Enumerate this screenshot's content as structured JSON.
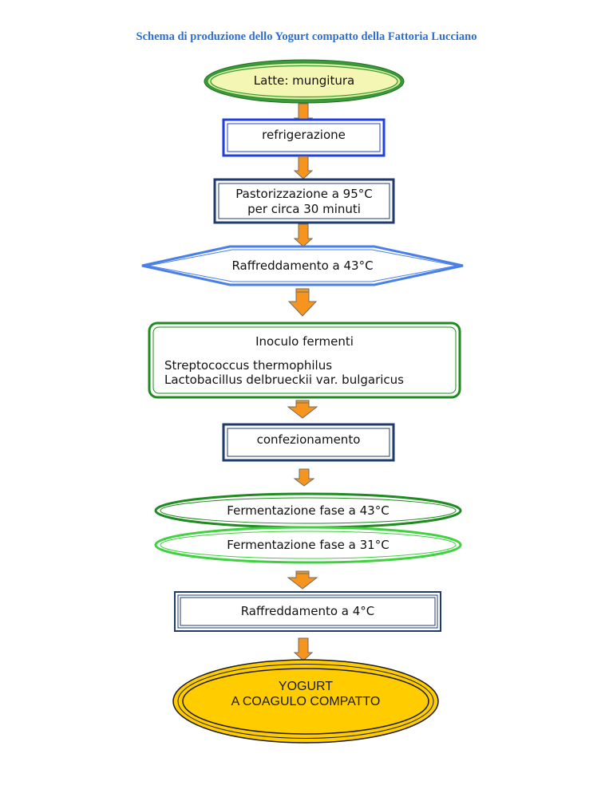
{
  "title": "Schema di produzione dello Yogurt compatto della Fattoria Lucciano",
  "steps": {
    "milking": "Latte: mungitura",
    "refrigeration": "refrigerazione",
    "pasteurization_line1": "Pastorizzazione a 95°C",
    "pasteurization_line2": "per circa 30 minuti",
    "cooling_43": "Raffreddamento a 43°C",
    "inoculation_title": "Inoculo fermenti",
    "inoculation_strain1": "Streptococcus thermophilus",
    "inoculation_strain2": "Lactobacillus delbrueckii var. bulgaricus",
    "packaging": "confezionamento",
    "fermentation_43": "Fermentazione fase a 43°C",
    "fermentation_31": "Fermentazione fase a 31°C",
    "cooling_4": "Raffreddamento a 4°C",
    "final_line1": "YOGURT",
    "final_line2": "A COAGULO COMPATTO"
  },
  "colors": {
    "title": "#2b6fd6",
    "arrow_fill": "#f7941d",
    "arrow_stroke": "#6b6b6b",
    "green_dark": "#1f8a1f",
    "green_light": "#3fd13f",
    "pale_yellow": "#f4f6b4",
    "blue": "#1f3fe0",
    "navy": "#1f3b6e",
    "light_blue": "#4a7fe8",
    "gold": "#ffcc00"
  }
}
